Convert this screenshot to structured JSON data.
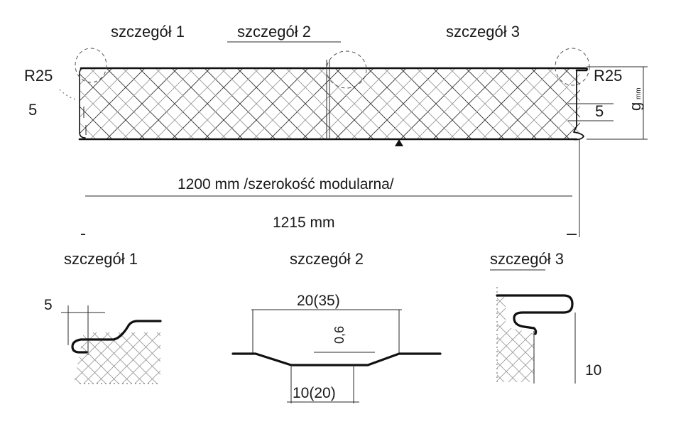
{
  "top_view": {
    "callout_1": "szczegół 1",
    "callout_2": "szczegół 2",
    "callout_3": "szczegół 3",
    "radius_left": "R25",
    "radius_right": "R25",
    "offset_left": "5",
    "offset_right": "5",
    "thickness": "g",
    "thickness_unit": "mm",
    "modular_width": "1200 mm /szerokość modularna/",
    "total_width": "1215 mm"
  },
  "detail_1": {
    "title": "szczegół 1",
    "dimension": "5"
  },
  "detail_2": {
    "title": "szczegół 2",
    "top_width": "20(35)",
    "depth": "0,6",
    "bottom_width": "10(20)"
  },
  "detail_3": {
    "title": "szczegół 3",
    "dimension": "10"
  }
}
